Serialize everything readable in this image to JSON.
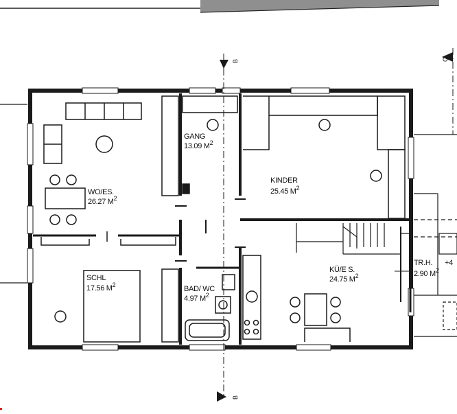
{
  "colors": {
    "ink": "#1a1a1a",
    "paper": "#ffffff",
    "roof": "#8a8a8a"
  },
  "section_markers": {
    "top": "B",
    "bottom": "B",
    "right": "C"
  },
  "rooms": [
    {
      "id": "wo-es",
      "name": "WO/ES.",
      "area": "26.27 M",
      "sup": "2"
    },
    {
      "id": "gang",
      "name": "GANG",
      "area": "13.09 M",
      "sup": "2"
    },
    {
      "id": "kinder",
      "name": "KINDER",
      "area": "25.45 M",
      "sup": "2"
    },
    {
      "id": "schl",
      "name": "SCHL",
      "area": "17.56 M",
      "sup": "2"
    },
    {
      "id": "bad-wc",
      "name": "BAD/ WC",
      "area": "4.97 M",
      "sup": "2"
    },
    {
      "id": "kue-es",
      "name": "KÜ/E S.",
      "area": "24.75 M",
      "sup": "2"
    },
    {
      "id": "tr-h",
      "name": "TR.H.",
      "area": "2.90 M",
      "sup": "2"
    }
  ],
  "edge_mark": "+4"
}
